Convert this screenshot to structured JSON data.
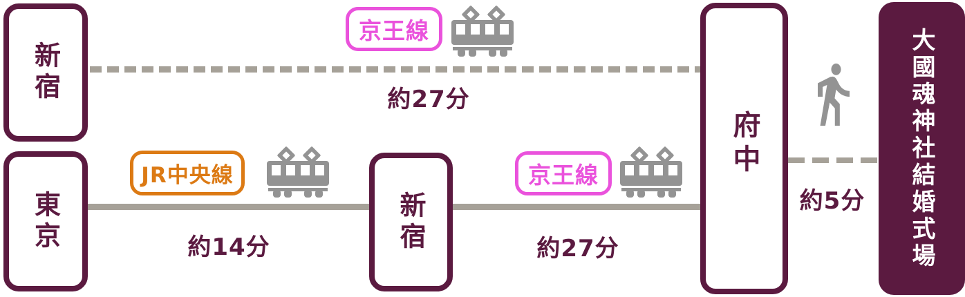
{
  "colors": {
    "maroon": "#5b1a40",
    "keio_pink": "#ea52dc",
    "jr_orange": "#dc7a14",
    "route_line_gray": "#a6a198",
    "icon_gray": "#939393",
    "destination_text": "#ffffff"
  },
  "stations": {
    "shinjuku_top": {
      "label": "新宿"
    },
    "tokyo": {
      "label": "東京"
    },
    "shinjuku_mid": {
      "label": "新宿"
    },
    "fuchu": {
      "label": "府中"
    }
  },
  "destination": {
    "label": "大國魂神社結婚式場"
  },
  "routes": {
    "keio_direct": {
      "line_label": "京王線",
      "duration": "約27分",
      "line_style": "dashed",
      "icon": "train-icon"
    },
    "jr_chuo": {
      "line_label": "JR中央線",
      "duration": "約14分",
      "line_style": "solid",
      "icon": "train-icon"
    },
    "keio_via_shinjuku": {
      "line_label": "京王線",
      "duration": "約27分",
      "line_style": "solid",
      "icon": "train-icon"
    },
    "walk": {
      "duration": "約5分",
      "line_style": "dashed",
      "icon": "walking-person-icon"
    }
  }
}
